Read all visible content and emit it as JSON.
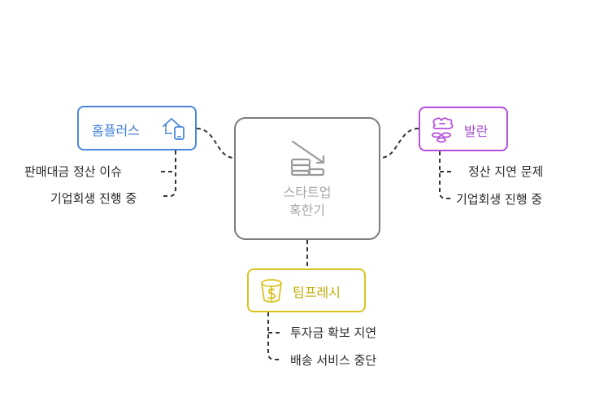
{
  "center": {
    "line1": "스타트업",
    "line2": "혹한기"
  },
  "nodes": {
    "homplus": {
      "label": "홈플러스",
      "color": "#4a88dc",
      "icon": "house-phone-icon",
      "items": [
        "판매대금 정산 이슈",
        "기업회생 진행 중"
      ]
    },
    "balan": {
      "label": "발란",
      "color": "#b64fdc",
      "icon": "falling-coins-icon",
      "items": [
        "정산 지연 문제",
        "기업회생 진행 중"
      ]
    },
    "timfresh": {
      "label": "팀프레시",
      "color": "#d9c322",
      "icon": "money-bucket-icon",
      "items": [
        "투자금 확보 지연",
        "배송 서비스 중단"
      ]
    }
  },
  "center_icon": "declining-stack-icon",
  "colors": {
    "connector": "#333333",
    "center_border": "#7c7c7c",
    "center_text": "#a8a8a8"
  }
}
